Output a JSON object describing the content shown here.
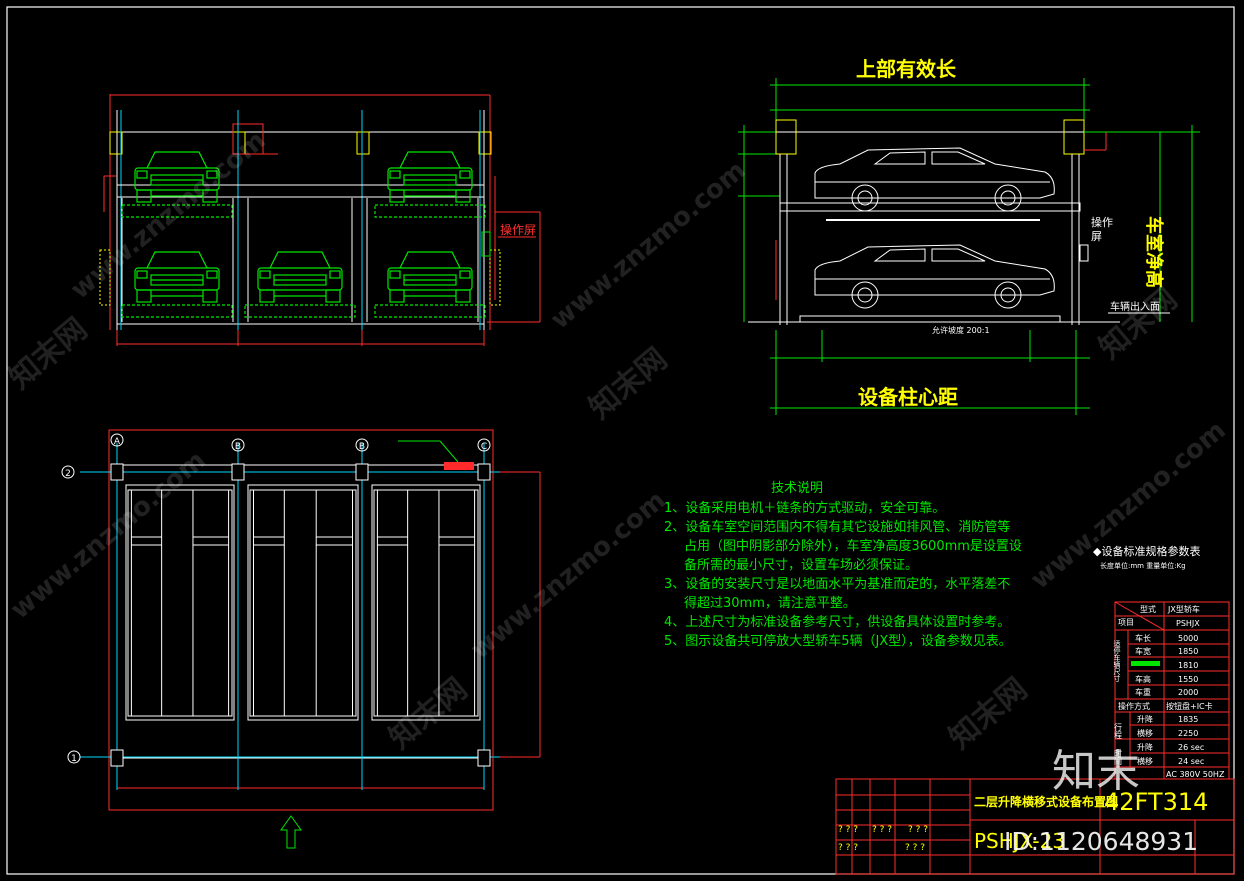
{
  "elevation": {
    "top_label": "上部有效长",
    "bottom_label": "设备柱心距",
    "right_label": "车室净高",
    "operation_label": "操作屏",
    "entry_label": "车辆出入面",
    "slope_label": "允许坡度 200:1"
  },
  "front_view": {
    "operation_label": "操作屏"
  },
  "plan": {
    "axis_labels": [
      "A",
      "B",
      "B",
      "C",
      "2",
      "1"
    ]
  },
  "tech_notes": {
    "title": "技术说明",
    "lines": [
      "1、设备采用电机＋链条的方式驱动，安全可靠。",
      "2、设备车室空间范围内不得有其它设施如排风管、消防管等",
      "占用（图中阴影部分除外），车室净高度3600mm是设置设",
      "备所需的最小尺寸，设置车场必须保证。",
      "3、设备的安装尺寸是以地面水平为基准而定的，水平落差不",
      "得超过30mm，请注意平整。",
      "4、上述尺寸为标准设备参考尺寸，供设备具体设置时参考。",
      "5、图示设备共可停放大型轿车5辆（JX型），设备参数见表。"
    ]
  },
  "spec_table": {
    "title": "◆设备标准规格参数表",
    "units": "长度单位:mm  重量单位:Kg",
    "header_type": "型式",
    "header_item": "项目",
    "type_value": "JX型轿车",
    "model": "PSHJX",
    "side_label_1": "适停车辆尺寸",
    "rows": [
      {
        "label": "车长",
        "value": "5000"
      },
      {
        "label": "车宽",
        "value": "1850"
      },
      {
        "label": "",
        "value": "1810"
      },
      {
        "label": "车高",
        "value": "1550"
      },
      {
        "label": "车重",
        "value": "2000"
      }
    ],
    "op_label": "操作方式",
    "op_value": "按钮盘+IC卡",
    "travel_label": "行程",
    "travel_rows": [
      {
        "label": "升降",
        "value": "1835"
      },
      {
        "label": "横移",
        "value": "2250"
      }
    ],
    "time_label": "时间",
    "time_rows": [
      {
        "label": "升降",
        "value": "26 sec"
      },
      {
        "label": "横移",
        "value": "24 sec"
      }
    ],
    "power_value": "AC 380V 50HZ"
  },
  "title_block": {
    "drawing_title": "二层升降横移式设备布置图",
    "drawing_no": "42FT314",
    "model_code": "PSHJX-23",
    "placeholders": [
      "? ? ?",
      "? ? ?",
      "? ? ?",
      "? ? ?",
      "? ? ?"
    ]
  },
  "watermark": {
    "brand": "知末网",
    "site": "www.znzmo.com",
    "big_brand": "知末",
    "id_text": "ID:1120648931"
  }
}
